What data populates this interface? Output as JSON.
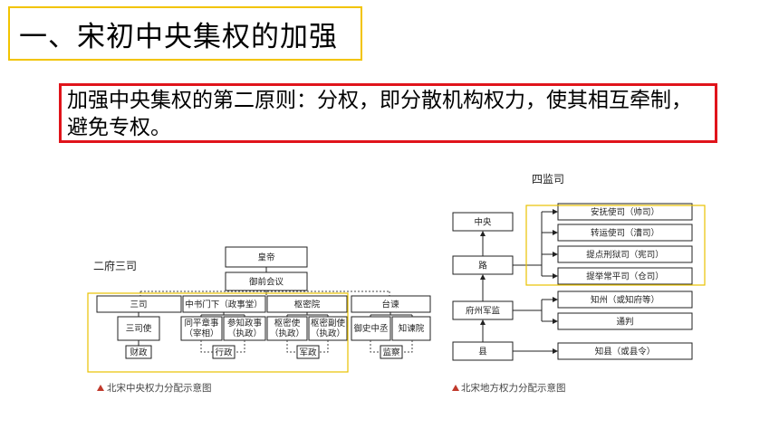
{
  "title": "一、宋初中央集权的加强",
  "principle": "加强中央集权的第二原则：分权，即分散机构权力，使其相互牵制，避免专权。",
  "central": {
    "side_label": "二府三司",
    "emperor": "皇帝",
    "council": "御前会议",
    "sansi": "三司",
    "zhongshu": "中书门下（政事堂）",
    "shumi": "枢密院",
    "taijian": "台谏",
    "sansishi": "三司使",
    "tongping_1": "同平章事",
    "tongping_2": "（宰相）",
    "canzhi_1": "参知政事",
    "canzhi_2": "（执政）",
    "shumishi_1": "枢密使",
    "shumishi_2": "（执政）",
    "shumifu_1": "枢密副使",
    "shumifu_2": "（执政）",
    "yushi": "御史中丞",
    "zhijian": "知谏院",
    "caizheng": "财政",
    "xingzheng": "行政",
    "junzheng": "军政",
    "jiancha": "监察",
    "caption": "北宋中央权力分配示意图"
  },
  "local": {
    "side_label": "四监司",
    "zhongyang": "中央",
    "lu": "路",
    "fuzhoujunjian": "府州军监",
    "xian": "县",
    "anfu": "安抚使司（帅司）",
    "zhuanyun": "转运使司（漕司）",
    "tidianxingyu": "提点刑狱司（宪司）",
    "tijuchangping": "提举常平司（仓司）",
    "zhizhou": "知州（或知府等）",
    "tongpan": "通判",
    "zhixian": "知县（或县令）",
    "caption": "北宋地方权力分配示意图"
  },
  "colors": {
    "title_border": "#f2c400",
    "principle_border": "#e0141b",
    "highlight": "#e8c200"
  }
}
